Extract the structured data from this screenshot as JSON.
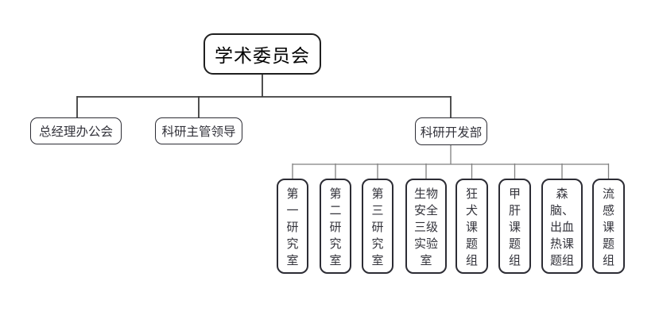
{
  "colors": {
    "background": "#ffffff",
    "node_border": "#2c2c34",
    "root_border": "#1f1f1f",
    "text": "#33333b",
    "root_text": "#000000",
    "connector_upper": "#3d3d3d",
    "connector_lower": "#808080"
  },
  "org_chart": {
    "root": {
      "name": "学术委员会",
      "label": "学术委员会"
    },
    "level2": [
      {
        "name": "总经理办公会",
        "label": "总经理办公会"
      },
      {
        "name": "科研主管领导",
        "label": "科研主管领导"
      },
      {
        "name": "科研开发部",
        "label": "科研开发部"
      }
    ],
    "level3": [
      {
        "name": "第一研究室",
        "label": "第\n一\n研\n究\n室"
      },
      {
        "name": "第二研究室",
        "label": "第\n二\n研\n究\n室"
      },
      {
        "name": "第三研究室",
        "label": "第\n三\n研\n究\n室"
      },
      {
        "name": "生物安全三级实验室",
        "label": "生物\n安全\n三级\n实验\n室"
      },
      {
        "name": "狂犬课题组",
        "label": "狂\n犬\n课\n题\n组"
      },
      {
        "name": "甲肝课题组",
        "label": "甲\n肝\n课\n题\n组"
      },
      {
        "name": "森脑、出血热课题组",
        "label": "森\n脑、\n出血\n热课\n题组"
      },
      {
        "name": "流感课题组",
        "label": "流\n感\n课\n题\n组"
      }
    ]
  }
}
